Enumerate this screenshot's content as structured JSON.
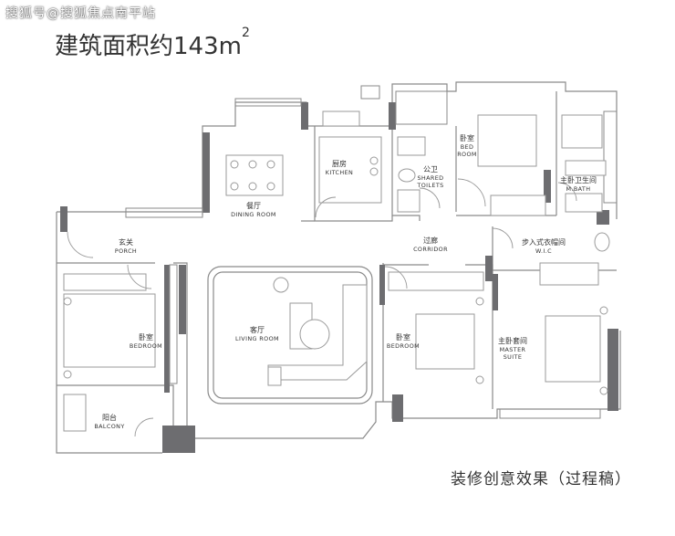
{
  "watermark": "搜狐号@搜狐焦点南平站",
  "title": {
    "text": "建筑面积约143m",
    "superscript": "2"
  },
  "footer_note": "装修创意效果（过程稿）",
  "rooms": {
    "dining": {
      "zh": "餐厅",
      "en": "DINING ROOM"
    },
    "kitchen": {
      "zh": "厨房",
      "en": "KITCHEN"
    },
    "shared_toilet": {
      "zh": "公卫",
      "en1": "SHARED",
      "en2": "TOILETS"
    },
    "bedroom_top": {
      "zh": "卧室",
      "en1": "BED",
      "en2": "ROOM"
    },
    "master_bath": {
      "zh": "主卧卫生间",
      "en": "M.BATH"
    },
    "porch": {
      "zh": "玄关",
      "en": "PORCH"
    },
    "corridor": {
      "zh": "过廊",
      "en": "CORRIDOR"
    },
    "wic": {
      "zh": "步入式衣帽间",
      "en": "W.I.C"
    },
    "bedroom_left": {
      "zh": "卧室",
      "en": "BEDROOM"
    },
    "living": {
      "zh": "客厅",
      "en": "LIVING ROOM"
    },
    "bedroom_mid": {
      "zh": "卧室",
      "en": "BEDROOM"
    },
    "master_suite": {
      "zh": "主卧套间",
      "en1": "MASTER",
      "en2": "SUITE"
    },
    "balcony": {
      "zh": "阳台",
      "en": "BALCONY"
    }
  },
  "colors": {
    "wall": "#6d6d70",
    "line": "#8a8a8a",
    "furniture": "#b9b9b9",
    "text": "#333333"
  }
}
